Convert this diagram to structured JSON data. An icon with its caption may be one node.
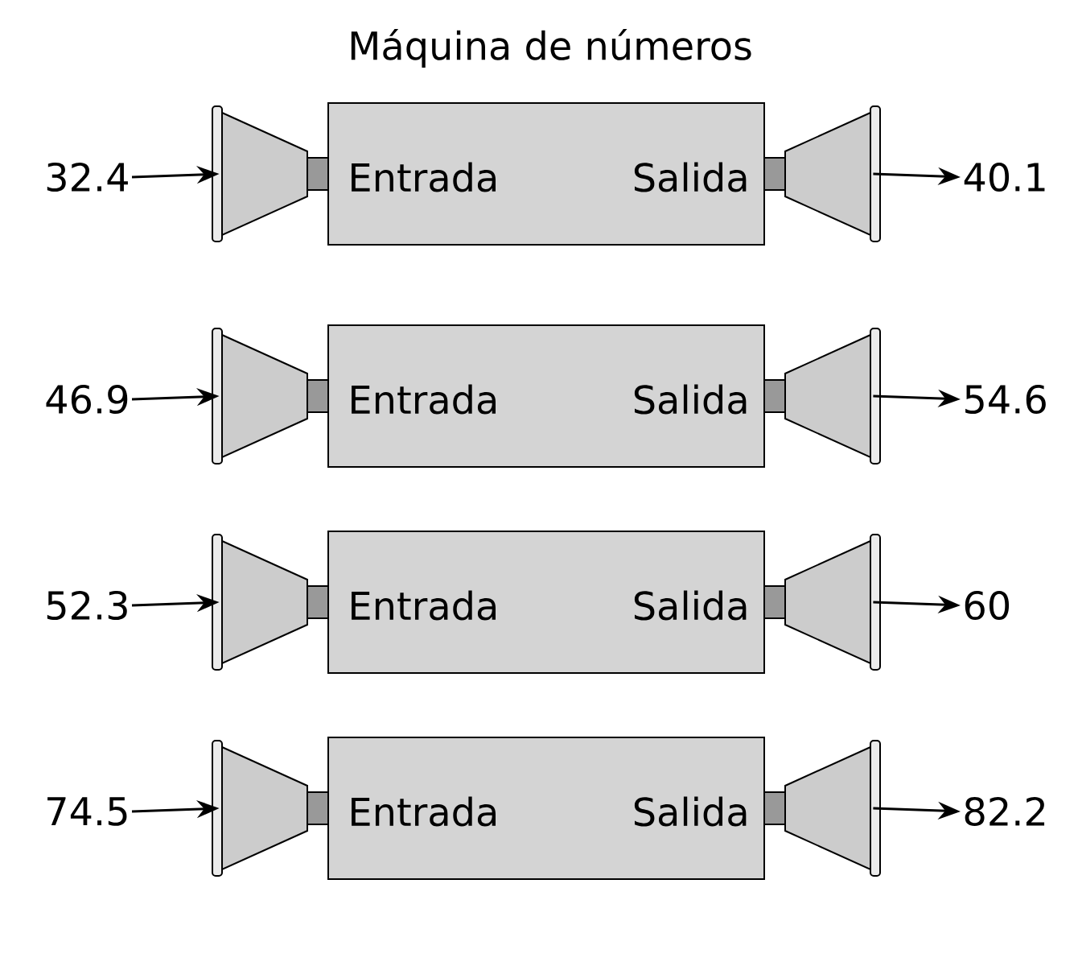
{
  "diagram": {
    "title": "Máquina de números",
    "nodes": [
      {
        "text": [
          "32.4"
        ]
      },
      {
        "text": [],
        "shape": "funnel"
      },
      {
        "text": [
          "Entrada",
          "Salida"
        ]
      },
      {
        "text": [],
        "shape": "funnel"
      },
      {
        "text": [
          "40.1"
        ]
      },
      {
        "text": [
          "46.9"
        ]
      },
      {
        "text": [],
        "shape": "funnel"
      },
      {
        "text": [
          "Entrada",
          "Salida"
        ]
      },
      {
        "text": [],
        "shape": "funnel"
      },
      {
        "text": [
          "54.6"
        ]
      },
      {
        "text": [
          "52.3"
        ]
      },
      {
        "text": [],
        "shape": "funnel"
      },
      {
        "text": [
          "Entrada",
          "Salida"
        ]
      },
      {
        "text": [],
        "shape": "funnel"
      },
      {
        "text": [
          "60"
        ]
      },
      {
        "text": [
          "74.5"
        ]
      },
      {
        "text": [],
        "shape": "funnel"
      },
      {
        "text": [
          "Entrada",
          "Salida"
        ]
      },
      {
        "text": [],
        "shape": "funnel"
      },
      {
        "text": [
          "82.2"
        ]
      }
    ],
    "edges": [
      {
        "from": 0,
        "to": 1,
        "arrow": "to"
      },
      {
        "from": 3,
        "to": 4,
        "arrow": "to"
      },
      {
        "from": 5,
        "to": 6,
        "arrow": "to"
      },
      {
        "from": 8,
        "to": 9,
        "arrow": "to"
      },
      {
        "from": 10,
        "to": 11,
        "arrow": "to"
      },
      {
        "from": 13,
        "to": 14,
        "arrow": "to"
      },
      {
        "from": 15,
        "to": 16,
        "arrow": "to"
      },
      {
        "from": 18,
        "to": 19,
        "arrow": "to"
      }
    ]
  }
}
